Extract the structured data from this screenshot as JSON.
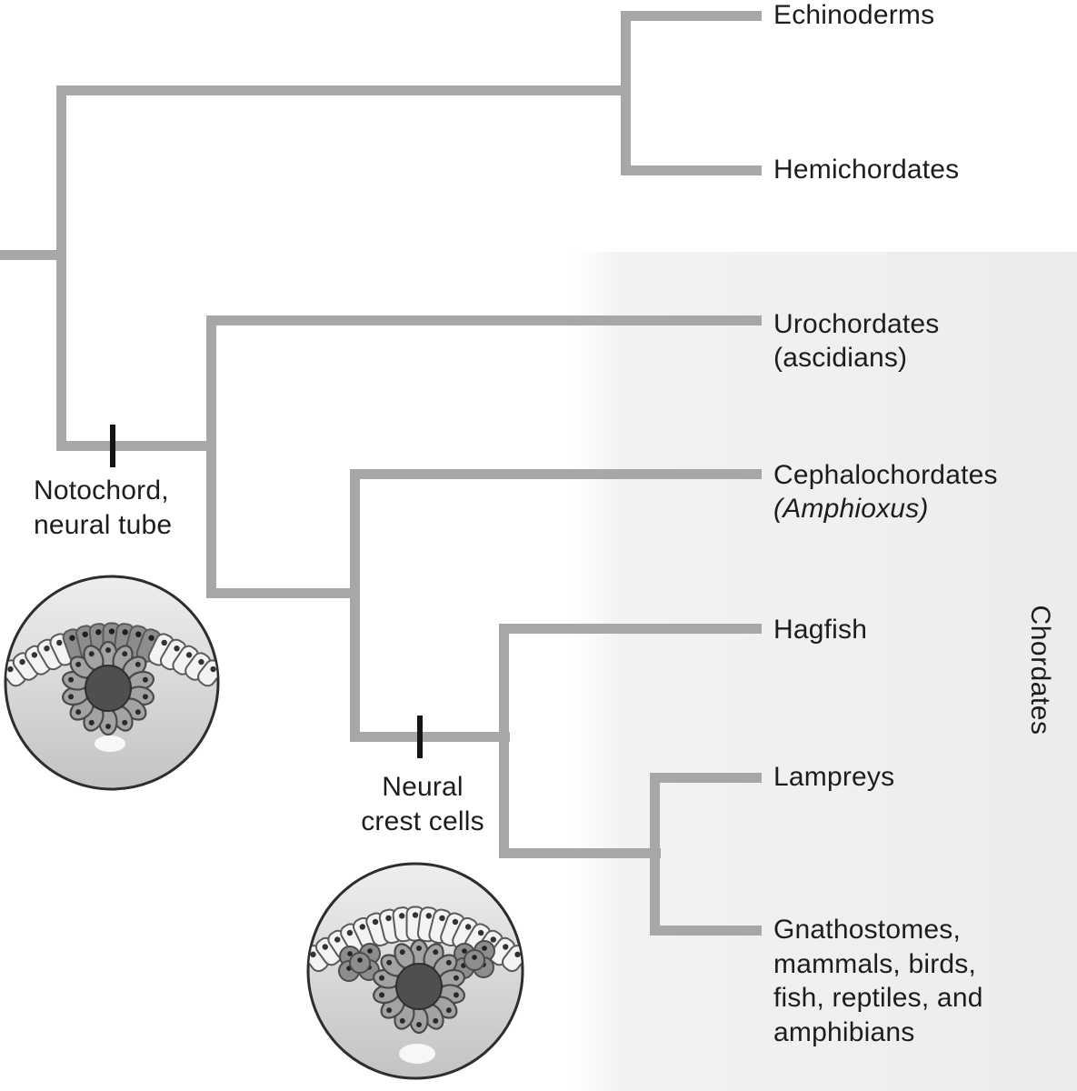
{
  "figure": {
    "type": "phylogenetic-tree",
    "colors": {
      "branch_gray": "#a7a7a7",
      "tick_black": "#141414",
      "text": "#1d1d1d",
      "chordates_panel": "#efefef",
      "embryo_fill_top": "#eeeeee",
      "embryo_fill_bottom": "#c3c3c3"
    }
  },
  "labels": {
    "echinoderms": "Echinoderms",
    "hemichordates": "Hemichordates",
    "urochordates_1": "Urochordates",
    "urochordates_2": "(ascidians)",
    "cephalochordates_1": "Cephalochordates",
    "cephalochordates_2": "(Amphioxus)",
    "hagfish": "Hagfish",
    "lampreys": "Lampreys",
    "gnathostomes_1": "Gnathostomes,",
    "gnathostomes_2": "mammals, birds,",
    "gnathostomes_3": "fish, reptiles, and",
    "gnathostomes_4": "amphibians",
    "notochord_1": "Notochord,",
    "notochord_2": "neural tube",
    "neuralcrest_1": "Neural",
    "neuralcrest_2": "crest cells",
    "chordates": "Chordates"
  },
  "phylogeny": {
    "root": {
      "children": [
        {
          "children": [
            {
              "taxon": "Echinoderms"
            },
            {
              "taxon": "Hemichordates"
            }
          ]
        },
        {
          "synapomorphy": "Notochord, neural tube",
          "children": [
            {
              "taxon": "Urochordates (ascidians)"
            },
            {
              "children": [
                {
                  "taxon": "Cephalochordates (Amphioxus)"
                },
                {
                  "synapomorphy": "Neural crest cells",
                  "children": [
                    {
                      "taxon": "Hagfish"
                    },
                    {
                      "children": [
                        {
                          "taxon": "Lampreys"
                        },
                        {
                          "taxon": "Gnathostomes, mammals, birds, fish, reptiles, and amphibians"
                        }
                      ]
                    }
                  ]
                }
              ]
            }
          ]
        }
      ]
    },
    "clade_highlight": "Chordates"
  }
}
